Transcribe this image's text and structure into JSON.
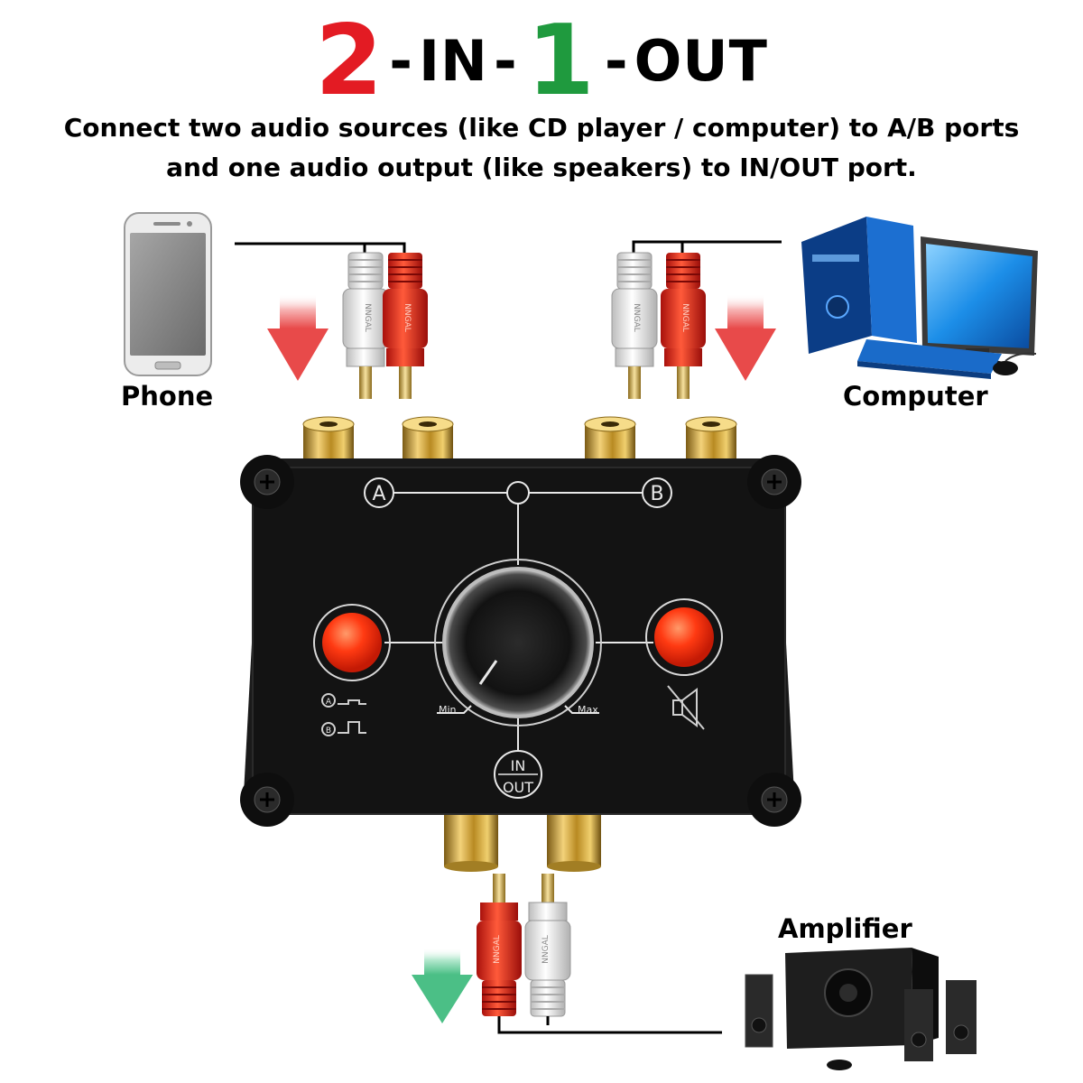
{
  "headline": {
    "num1": "2",
    "dash1": "-",
    "in": "IN",
    "dash2": "-",
    "num2": "1",
    "dash3": "-",
    "out": "OUT"
  },
  "subtitle": {
    "line1": "Connect two audio sources (like CD player / computer) to A/B ports",
    "line2": "and one audio output (like speakers) to IN/OUT port."
  },
  "labels": {
    "phone": "Phone",
    "computer": "Computer",
    "amplifier": "Amplifier"
  },
  "device": {
    "port_a": "A",
    "port_b": "B",
    "in": "IN",
    "out": "OUT",
    "knob_min": "Min",
    "knob_max": "Max",
    "switch_a": "A",
    "switch_b": "B",
    "plug_brand": "NNGAL"
  },
  "colors": {
    "num1": "#e31b23",
    "num2": "#1f9a3e",
    "arrow_red": "#e84a4a",
    "arrow_green": "#4bbf86",
    "button_red": "#ff3a12",
    "device_body": "#131313",
    "gold": "#c9a53a"
  },
  "icons": {
    "mute": "speaker-muted-icon",
    "switch_a_symbol": "button-released-icon",
    "switch_b_symbol": "button-pressed-icon"
  }
}
